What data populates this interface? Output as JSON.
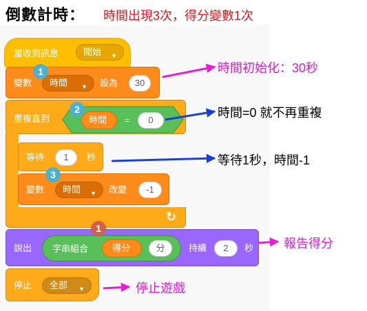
{
  "header": {
    "title": "倒數計時：",
    "subtitle": "時間出現3次，得分變數1次"
  },
  "blocks": {
    "hat": {
      "label": "當收到訊息",
      "message": "開始"
    },
    "set_var": {
      "label": "變數",
      "variable": "時間",
      "label2": "設為",
      "value": "30"
    },
    "repeat_until": {
      "label": "重複直到",
      "variable": "時間",
      "operator": "=",
      "value": "0"
    },
    "wait": {
      "label": "等待",
      "value": "1",
      "unit": "秒"
    },
    "change_var": {
      "label": "變數",
      "variable": "時間",
      "label2": "改變",
      "value": "-1"
    },
    "say": {
      "label": "說出",
      "join_label": "字串組合",
      "join_a": "得分",
      "join_b": "分",
      "label2": "持續",
      "value": "2",
      "unit": "秒"
    },
    "stop": {
      "label": "停止",
      "option": "全部"
    },
    "loop_arrow": "↻"
  },
  "badges": [
    "1",
    "2",
    "3",
    "1"
  ],
  "annotations": {
    "init": "時間初始化：30秒",
    "cond": "時間=0 就不再重複",
    "wait": "等待1秒，時間-1",
    "say": "報告得分",
    "stop": "停止遊戲"
  },
  "colors": {
    "events": "#ffbf00",
    "variables": "#ff8c1a",
    "control": "#ffab19",
    "looks": "#9966ff",
    "operators": "#59c059",
    "magenta_arrow": "#e61fd6",
    "blue_arrow": "#1a3fd6"
  }
}
